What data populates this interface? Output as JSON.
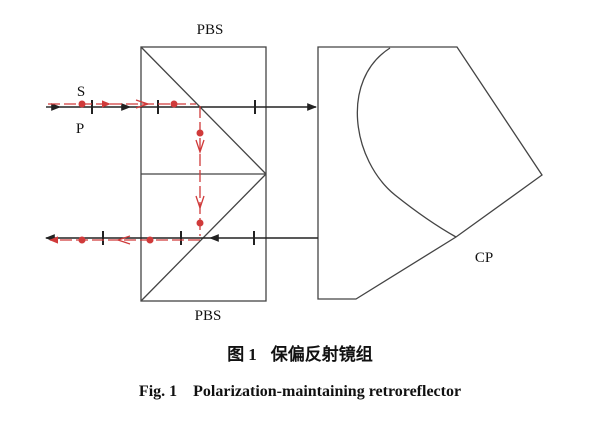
{
  "labels": {
    "pbs_top": "PBS",
    "pbs_bottom": "PBS",
    "s_label": "S",
    "p_label": "P",
    "cp_label": "CP"
  },
  "caption": {
    "cn_prefix": "图",
    "cn_number": "1",
    "cn_title": "保偏反射镜组",
    "en_prefix": "Fig. 1",
    "en_title": "Polarization-maintaining retroreflector"
  },
  "colors": {
    "line": "#222222",
    "s_beam": "#d03a3a"
  }
}
